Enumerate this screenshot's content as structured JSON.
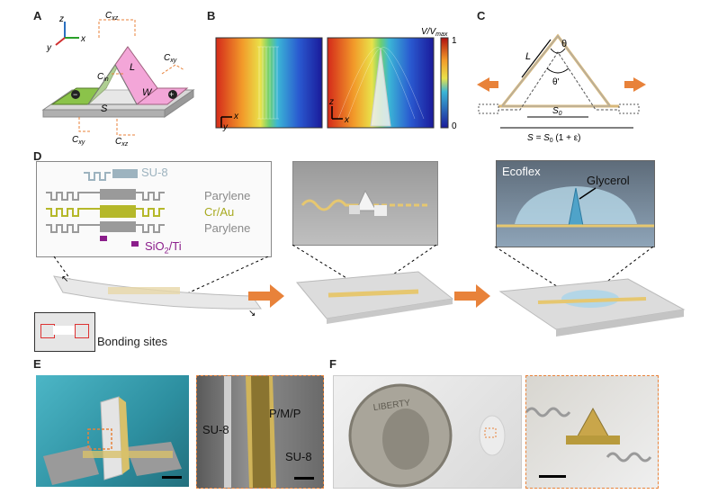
{
  "panels": {
    "A": {
      "letter": "A",
      "axes": {
        "z": "z",
        "y": "y",
        "x": "x"
      },
      "labels": {
        "cxz_top": "C",
        "cxz_top_sub": "xz",
        "cxy_top": "C",
        "cxy_top_sub": "xy",
        "cin": "C",
        "cin_sub": "in",
        "L": "L",
        "W": "W",
        "S": "S",
        "cxy_bot": "C",
        "cxy_bot_sub": "xy",
        "cxz_bot": "C",
        "cxz_bot_sub": "xz",
        "minus": "−",
        "plus": "+"
      }
    },
    "B": {
      "letter": "B",
      "colorbar_title": "V/V",
      "colorbar_sub": "max",
      "colorbar_max": "1",
      "colorbar_min": "0",
      "left_axes": {
        "x": "x",
        "y": "y"
      },
      "right_axes": {
        "z": "z",
        "x": "x"
      }
    },
    "C": {
      "letter": "C",
      "theta": "θ",
      "theta_prime": "θ'",
      "L": "L",
      "S0": "S",
      "S0_sub": "0",
      "eq_a": "S = S",
      "eq_sub": "0",
      "eq_b": " (1 + ε)"
    },
    "D": {
      "letter": "D",
      "layers": {
        "su8": "SU-8",
        "parylene_top": "Parylene",
        "crau": "Cr/Au",
        "parylene_bottom": "Parylene",
        "sio2": "SiO",
        "sio2_sub": "2",
        "sio2_rest": "/Ti"
      },
      "bonding": "Bonding sites",
      "ecoflex": "Ecoflex",
      "glycerol": "Glycerol"
    },
    "E": {
      "letter": "E",
      "su8_left": "SU-8",
      "pmp": "P/M/P",
      "su8_right": "SU-8"
    },
    "F": {
      "letter": "F",
      "coin_text": "LIBERTY"
    }
  },
  "colors": {
    "accent_orange": "#e8823a",
    "green_electrode": "#8bc34a",
    "pink_electrode": "#f3a6d8",
    "su8": "#9db3bf",
    "crau": "#b5b82a",
    "parylene": "#9a9a9a",
    "sio2": "#8b1e8b",
    "sem_blue": "#3fa7b8"
  }
}
